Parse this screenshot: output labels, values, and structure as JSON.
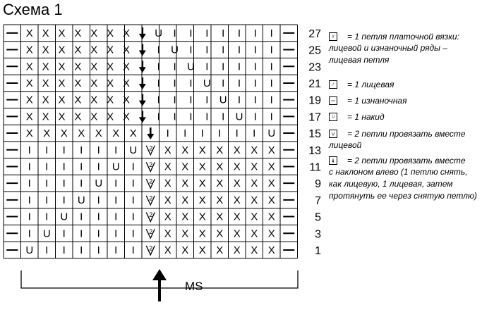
{
  "title": "Схема 1",
  "chart_rows": [
    "-XXXXXXXBUIIIIIII-",
    "-XXXXXXXBIUIIIIII-",
    "-XXXXXXXBIIUIIIII-",
    "-XXXXXXXBIIIUIIII-",
    "-XXXXXXXBIIIIUIII-",
    "-XXXXXXXBIIIIIUII-",
    "-XXXXXXXBIIIIIIU-",
    "-IIIIIIUVXXXXXXX-",
    "-IIIIIUIVXXXXXXX-",
    "-IIIIUIIVXXXXXXX-",
    "-IIIUIIIVXXXXXXX-",
    "-IIUIIIIVXXXXXXX-",
    "-IUIIIIIVXXXXXXX-",
    "-UIIIIIIVXXXXXXX-"
  ],
  "row_numbers": [
    "27",
    "25",
    "23",
    "21",
    "19",
    "17",
    "15",
    "13",
    "11",
    "9",
    "7",
    "5",
    "3",
    "1"
  ],
  "symbols": {
    "X": "garter-stitch",
    "I": "knit-stitch",
    "-": "purl-stitch",
    "U": "yarn-over",
    "V": "knit-two-together",
    "B": "left-leaning-decrease"
  },
  "symbol_glyphs": {
    "X": "X",
    "I": "I",
    "-": "—",
    "U": "U"
  },
  "v_superscript": "2",
  "legend": [
    {
      "symbol": "X",
      "text": "= 1 петля платочной вязки:",
      "cont": [
        "лицевой и изнаночный ряды –",
        "лицевая петля"
      ]
    },
    {
      "symbol": "I",
      "text": "= 1 лицевая",
      "cont": []
    },
    {
      "symbol": "-",
      "text": "= 1 изнаночная",
      "cont": []
    },
    {
      "symbol": "U",
      "text": "= 1 накид",
      "cont": []
    },
    {
      "symbol": "V",
      "text": "= 2 петли провязать вместе",
      "cont": [
        "лицевой"
      ]
    },
    {
      "symbol": "B",
      "text": "= 2 петли провязать вместе",
      "cont": [
        "с наклоном влево (1 петлю снять,",
        "как лицевую, 1 лицевая, затем",
        "протянуть ее через снятую петлю)"
      ]
    }
  ],
  "repeat_label": "MS"
}
